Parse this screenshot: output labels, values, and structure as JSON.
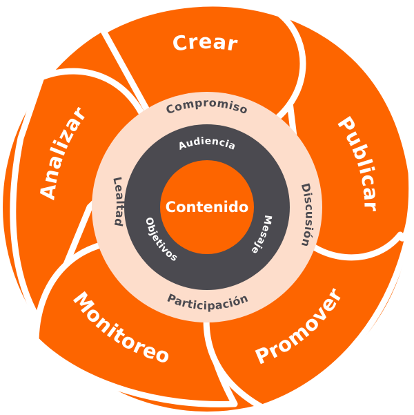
{
  "title": "Ciclo de contenido",
  "colors": {
    "orange": "#FD6500",
    "peach": "#FDDDCB",
    "dark": "#4B4A50",
    "white": "#FFFFFF"
  },
  "center": {
    "label": "Contenido"
  },
  "inner_ring": {
    "labels": [
      "Audiencia",
      "Mesaje",
      "Objetivos"
    ]
  },
  "middle_ring": {
    "labels": [
      "Compromiso",
      "Discusión",
      "Participación",
      "Lealtad"
    ]
  },
  "outer_stages": {
    "labels": [
      "Crear",
      "Publicar",
      "Promover",
      "Monitoreo",
      "Analizar"
    ]
  }
}
